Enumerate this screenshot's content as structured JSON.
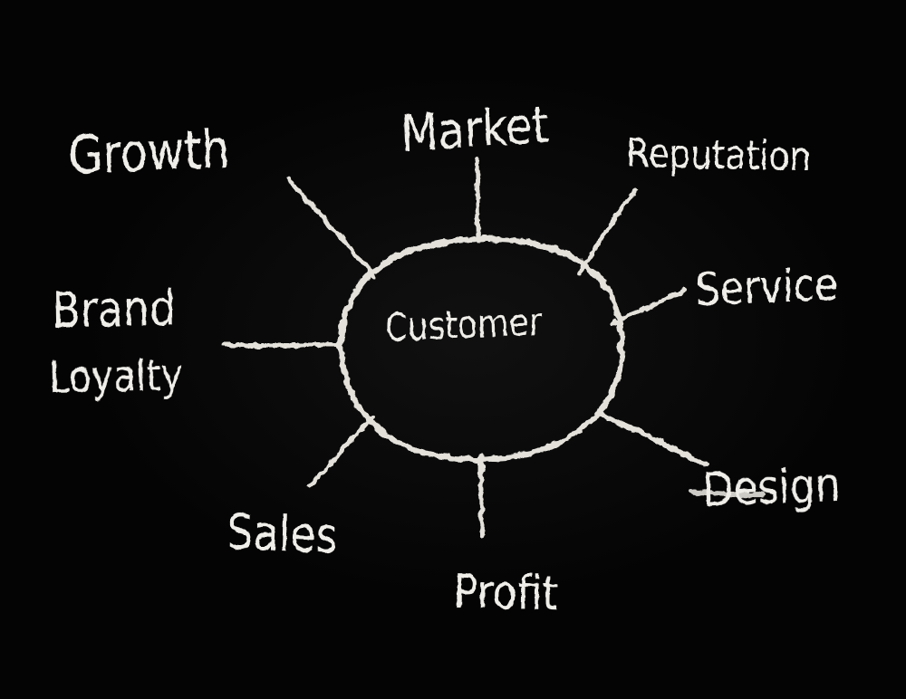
{
  "diagram": {
    "type": "mind-map",
    "style": "hand-drawn chalk on blackboard",
    "background_color": "#040404",
    "chalk_text_color": "#f0eee9",
    "chalk_line_color": "#e3e1da",
    "center": {
      "label": "Customer"
    },
    "nodes": [
      {
        "id": "growth",
        "label": "Growth",
        "position": "top-left"
      },
      {
        "id": "market",
        "label": "Market",
        "position": "top"
      },
      {
        "id": "reputation",
        "label": "Reputation",
        "position": "top-right"
      },
      {
        "id": "service",
        "label": "Service",
        "position": "right"
      },
      {
        "id": "design",
        "label": "Design",
        "position": "bottom-right"
      },
      {
        "id": "profit",
        "label": "Profit",
        "position": "bottom"
      },
      {
        "id": "sales",
        "label": "Sales",
        "position": "bottom-left"
      },
      {
        "id": "brand-loyalty",
        "label": "Brand Loyalty",
        "lines": [
          "Brand",
          "Loyalty"
        ],
        "position": "left"
      }
    ]
  }
}
